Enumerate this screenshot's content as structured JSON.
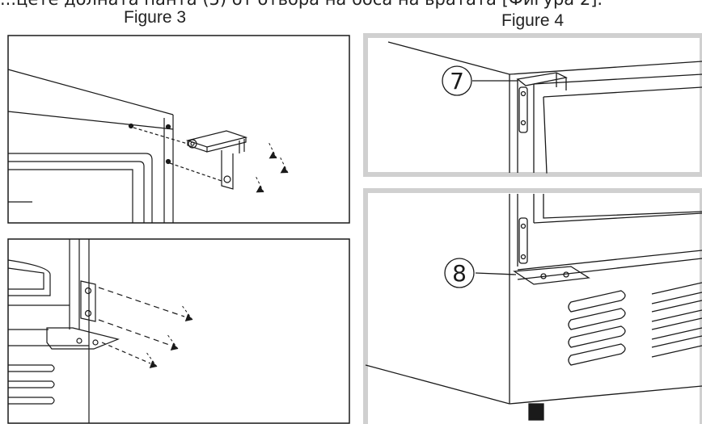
{
  "caption_top_text": "...цете долната панта (5) от отвора на боса на вратата [Фигура 2].",
  "figure3": {
    "title": "Figure 3"
  },
  "figure4": {
    "title": "Figure 4",
    "callouts": [
      "⑦",
      "⑧"
    ]
  },
  "colors": {
    "line": "#1a1a1a",
    "frame": "#d0d0d0",
    "fill": "#ffffff"
  }
}
